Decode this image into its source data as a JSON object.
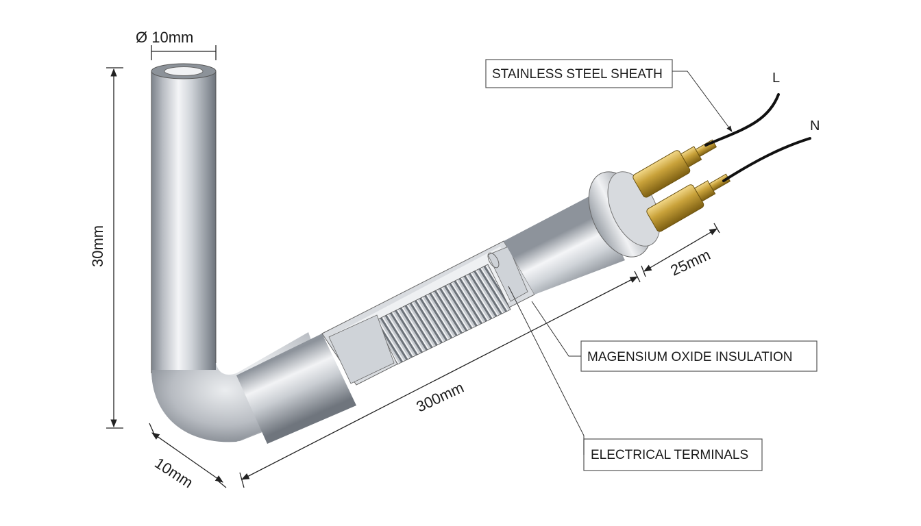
{
  "dimensions": {
    "diameter": "Ø 10mm",
    "height": "30mm",
    "bend_length": "10mm",
    "tube_length": "300mm",
    "terminal_length": "25mm"
  },
  "callouts": {
    "sheath": "STAINLESS STEEL SHEATH",
    "insulation": "MAGENSIUM OXIDE INSULATION",
    "terminals": "ELECTRICAL TERMINALS"
  },
  "wires": {
    "live": "L",
    "neutral": "N"
  },
  "colors": {
    "steel_light": "#f4f5f7",
    "steel_mid": "#b9bdc3",
    "steel_dark": "#7d838b",
    "brass": "#c9a23a",
    "brass_dark": "#8a6a17",
    "wire": "#111111"
  }
}
